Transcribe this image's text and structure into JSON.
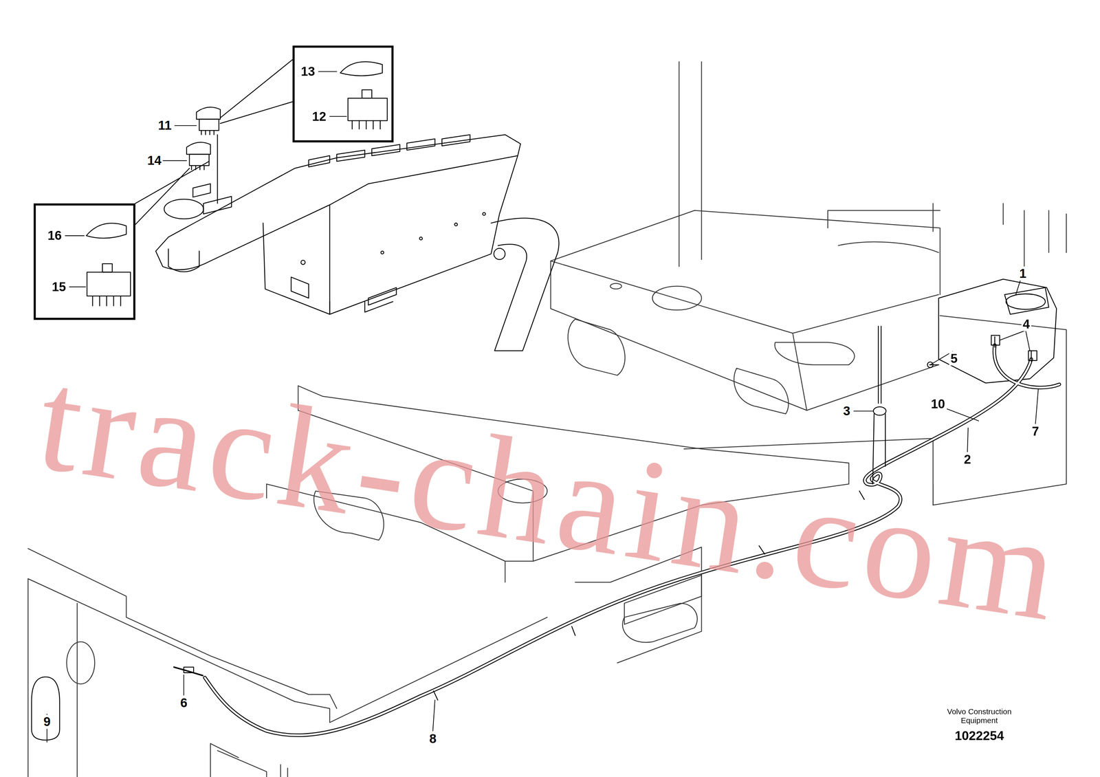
{
  "diagram": {
    "nodes": [
      {
        "text": [
          "13",
          "12"
        ]
      },
      {
        "text": [
          "16",
          "15"
        ]
      }
    ],
    "labels": [
      "11",
      "14",
      "1",
      "4",
      "5",
      "3",
      "10",
      "7",
      "2",
      "9",
      "6",
      "8",
      "track-chain.com",
      "Volvo Construction Equipment",
      "1022254"
    ]
  }
}
